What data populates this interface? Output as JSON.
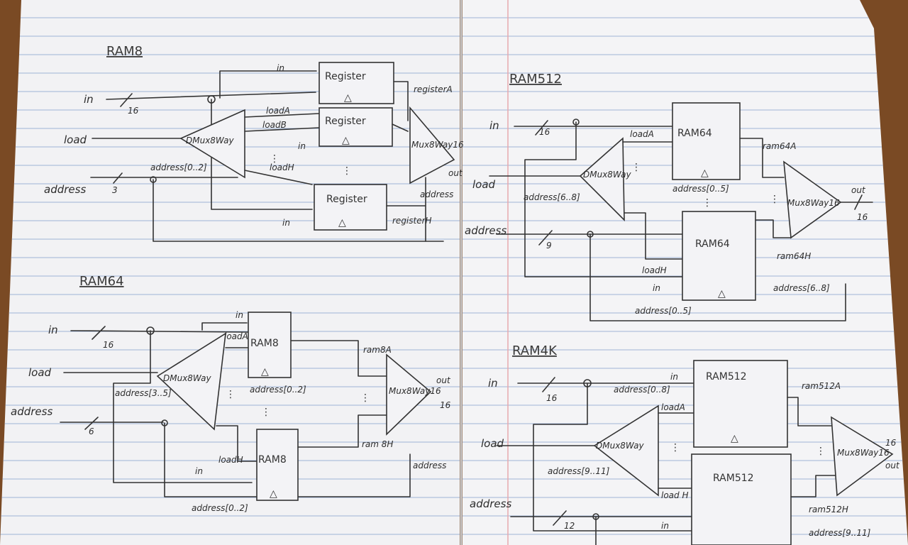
{
  "ram8": {
    "title": "RAM8",
    "in": "in",
    "load": "load",
    "address": "address",
    "bus16": "16",
    "bus3": "3",
    "dmux": "DMux8Way",
    "mux": "Mux8Way16",
    "reg": "Register",
    "tri": "△",
    "loadA": "loadA",
    "loadB": "loadB",
    "loadH": "loadH",
    "addr": "address[0..2]",
    "regA": "registerA",
    "regH": "registerH",
    "dots": "⋮",
    "out": "out"
  },
  "ram64": {
    "title": "RAM64",
    "in": "in",
    "load": "load",
    "address": "address",
    "bus16": "16",
    "bus6": "6",
    "dmux": "DMux8Way",
    "mux": "Mux8Way16",
    "block": "RAM8",
    "tri": "△",
    "loadA": "loadA",
    "loadH": "loadH",
    "addrHi": "address[3..5]",
    "addrLo": "address[0..2]",
    "outA": "ram8A",
    "outH": "ram 8H",
    "dots": "⋮",
    "out": "out",
    "out16": "16"
  },
  "ram512": {
    "title": "RAM512",
    "in": "in",
    "load": "load",
    "address": "address",
    "bus16": "16",
    "bus9": "9",
    "dmux": "DMux8Way",
    "mux": "Mux8Way16",
    "block": "RAM64",
    "tri": "△",
    "loadA": "loadA",
    "loadH": "loadH",
    "addrHi": "address[6..8]",
    "addrLo": "address[0..5]",
    "outA": "ram64A",
    "outH": "ram64H",
    "dots": "⋮",
    "out": "out",
    "out16": "16"
  },
  "ram4k": {
    "title": "RAM4K",
    "in": "in",
    "load": "load",
    "address": "address",
    "bus16": "16",
    "bus12": "12",
    "dmux": "DMux8Way",
    "mux": "Mux8Way16",
    "block": "RAM512",
    "tri": "△",
    "loadA": "loadA",
    "loadH": "load H",
    "addrTop": "address[0..8]",
    "addrHi": "address[9..11]",
    "addrOut": "address[9..11]",
    "outA": "ram512A",
    "outH": "ram512H",
    "dots": "⋮",
    "out": "out",
    "out16": "16"
  }
}
